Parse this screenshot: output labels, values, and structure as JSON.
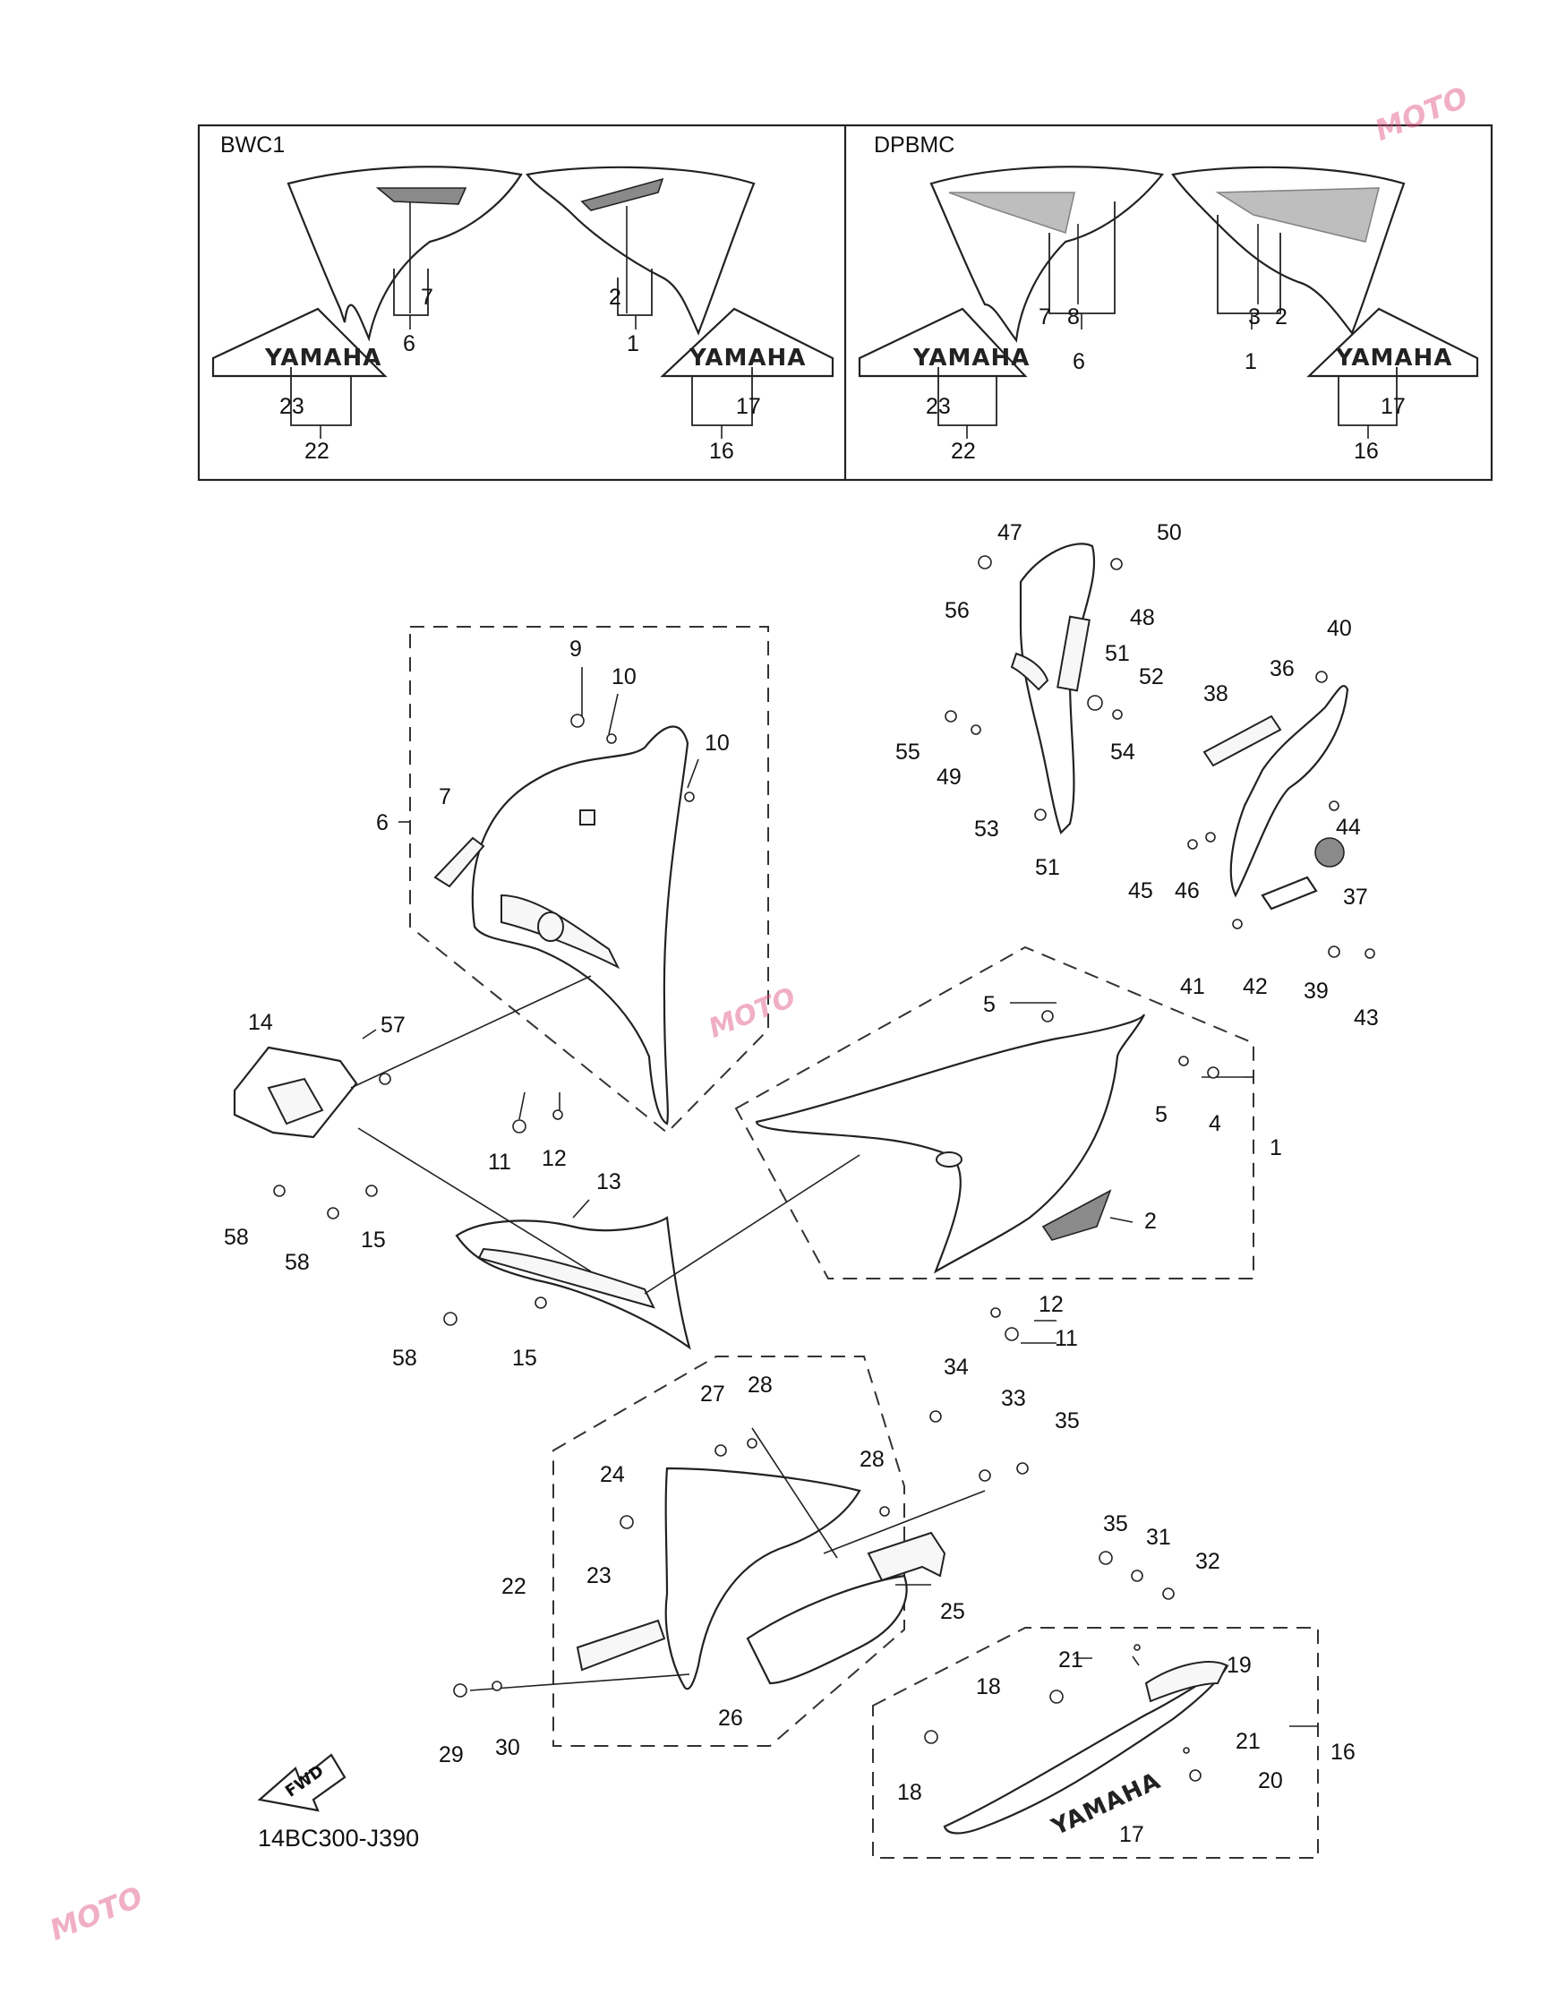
{
  "panels": {
    "left_title": "BWC1",
    "right_title": "DPBMC"
  },
  "emblem_text": "YAMAHA",
  "fwd_label": "FWD",
  "drawing_code": "14BC300-J390",
  "watermark": "MOTO",
  "callouts": {
    "bwc1": [
      "7",
      "6",
      "2",
      "1",
      "23",
      "22",
      "17",
      "16"
    ],
    "dpbmc": [
      "7",
      "8",
      "6",
      "3",
      "2",
      "1",
      "23",
      "22",
      "17",
      "16"
    ],
    "main": [
      "9",
      "10",
      "10",
      "7",
      "6",
      "14",
      "57",
      "11",
      "12",
      "13",
      "58",
      "58",
      "15",
      "58",
      "15",
      "5",
      "5",
      "4",
      "1",
      "2",
      "12",
      "11",
      "47",
      "50",
      "56",
      "48",
      "51",
      "52",
      "55",
      "49",
      "54",
      "53",
      "51",
      "40",
      "36",
      "38",
      "44",
      "45",
      "46",
      "37",
      "41",
      "42",
      "39",
      "43",
      "34",
      "33",
      "35",
      "27",
      "28",
      "28",
      "24",
      "22",
      "23",
      "25",
      "26",
      "29",
      "30",
      "35",
      "31",
      "32",
      "21",
      "19",
      "18",
      "16",
      "21",
      "20",
      "18",
      "17"
    ]
  }
}
